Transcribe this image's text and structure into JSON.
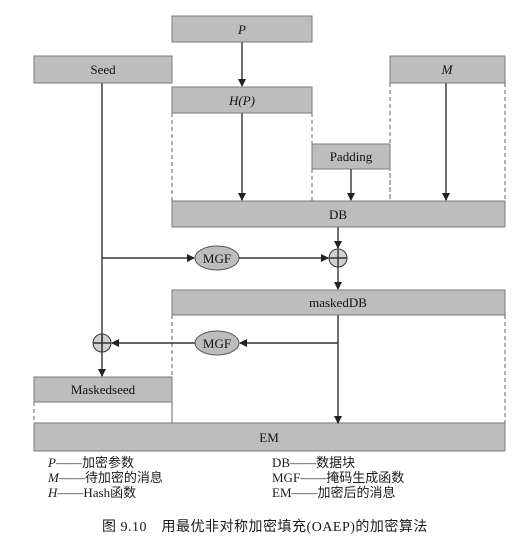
{
  "diagram": {
    "nodes": {
      "p": "P",
      "seed": "Seed",
      "m": "M",
      "hp": "H(P)",
      "padding": "Padding",
      "db": "DB",
      "mgf_top": "MGF",
      "maskeddb": "maskedDB",
      "mgf_bottom": "MGF",
      "maskedseed": "Maskedseed",
      "em": "EM"
    }
  },
  "legend": {
    "left": [
      {
        "sym": "P",
        "def": "——加密参数"
      },
      {
        "sym": "M",
        "def": "——待加密的消息"
      },
      {
        "sym": "H",
        "def": "——Hash函数"
      }
    ],
    "right": [
      {
        "sym": "DB",
        "def": "——数据块"
      },
      {
        "sym": "MGF",
        "def": "——掩码生成函数"
      },
      {
        "sym": "EM",
        "def": "——加密后的消息"
      }
    ]
  },
  "caption": "图 9.10　用最优非对称加密填充(OAEP)的加密算法"
}
